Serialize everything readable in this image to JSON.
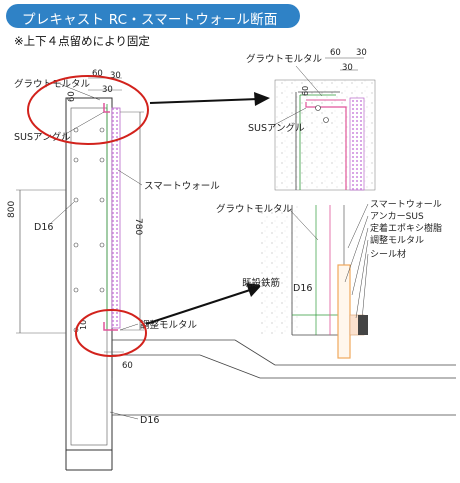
{
  "header": {
    "title": "プレキャスト RC・スマートウォール断面",
    "note": "※上下４点留めにより固定"
  },
  "main_section": {
    "label_grout_mortar": "グラウトモルタル",
    "label_sus_angle": "SUSアングル",
    "label_smart_wall": "スマートウォール",
    "label_adjust_mortar": "調整モルタル",
    "label_d16_left": "D16",
    "label_d16_bottom": "D16",
    "dim_800": "800",
    "dim_780": "780",
    "dim_60_top": "60",
    "dim_30_top": "30",
    "dim_30_left": "30",
    "dim_60_left": "60",
    "dim_10": "10",
    "dim_60_bottom": "60"
  },
  "detail_top": {
    "label_grout_mortar": "グラウトモルタル",
    "label_sus_angle": "SUSアングル",
    "dim_60": "60",
    "dim_30a": "30",
    "dim_30b": "30",
    "dim_60_side": "60"
  },
  "detail_bottom": {
    "label_grout_mortar": "グラウトモルタル",
    "label_smart_wall": "スマートウォール",
    "label_anchor_sus": "アンカーSUS",
    "label_epoxy": "定着エポキシ樹脂",
    "label_adjust_mortar": "調整モルタル",
    "label_seal": "シール材",
    "label_existing_rebar": "既設鉄筋",
    "label_d16": "D16"
  },
  "colors": {
    "title_bg": "#2f82c6",
    "callout_red": "#d2221c",
    "smart_wall_purple": "#b765c9",
    "grout_green": "#2f9a3a",
    "sus_line_pink": "#e0559a",
    "anchor_orange": "#f0a85c"
  }
}
